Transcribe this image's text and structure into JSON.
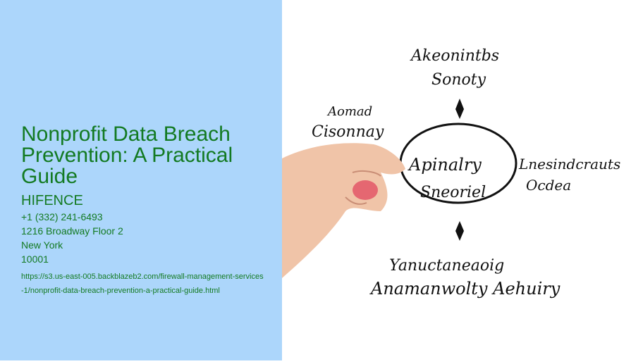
{
  "page": {
    "title": "Nonprofit Data Breach Prevention: A Practical Guide",
    "company": "HIFENCE",
    "phone": "+1 (332) 241-6493",
    "address": "1216 Broadway Floor 2",
    "city": "New York",
    "zip": "10001",
    "url": "https://s3.us-east-005.backblazeb2.com/firewall-management-services-1/nonprofit-data-breach-prevention-a-practical-guide.html"
  },
  "image": {
    "labels": {
      "top1": "Akeonintbs",
      "top2": "Sonoty",
      "left1": "Aomad",
      "left2": "Cisonnay",
      "center1": "Apinalry",
      "center2": "Sneoriel",
      "right1": "Lnesindcrauts",
      "right2": "Ocdea",
      "bottom1": "Yanuctaneaoig",
      "bottom2": "Anamanwolty Aehuiry"
    }
  }
}
